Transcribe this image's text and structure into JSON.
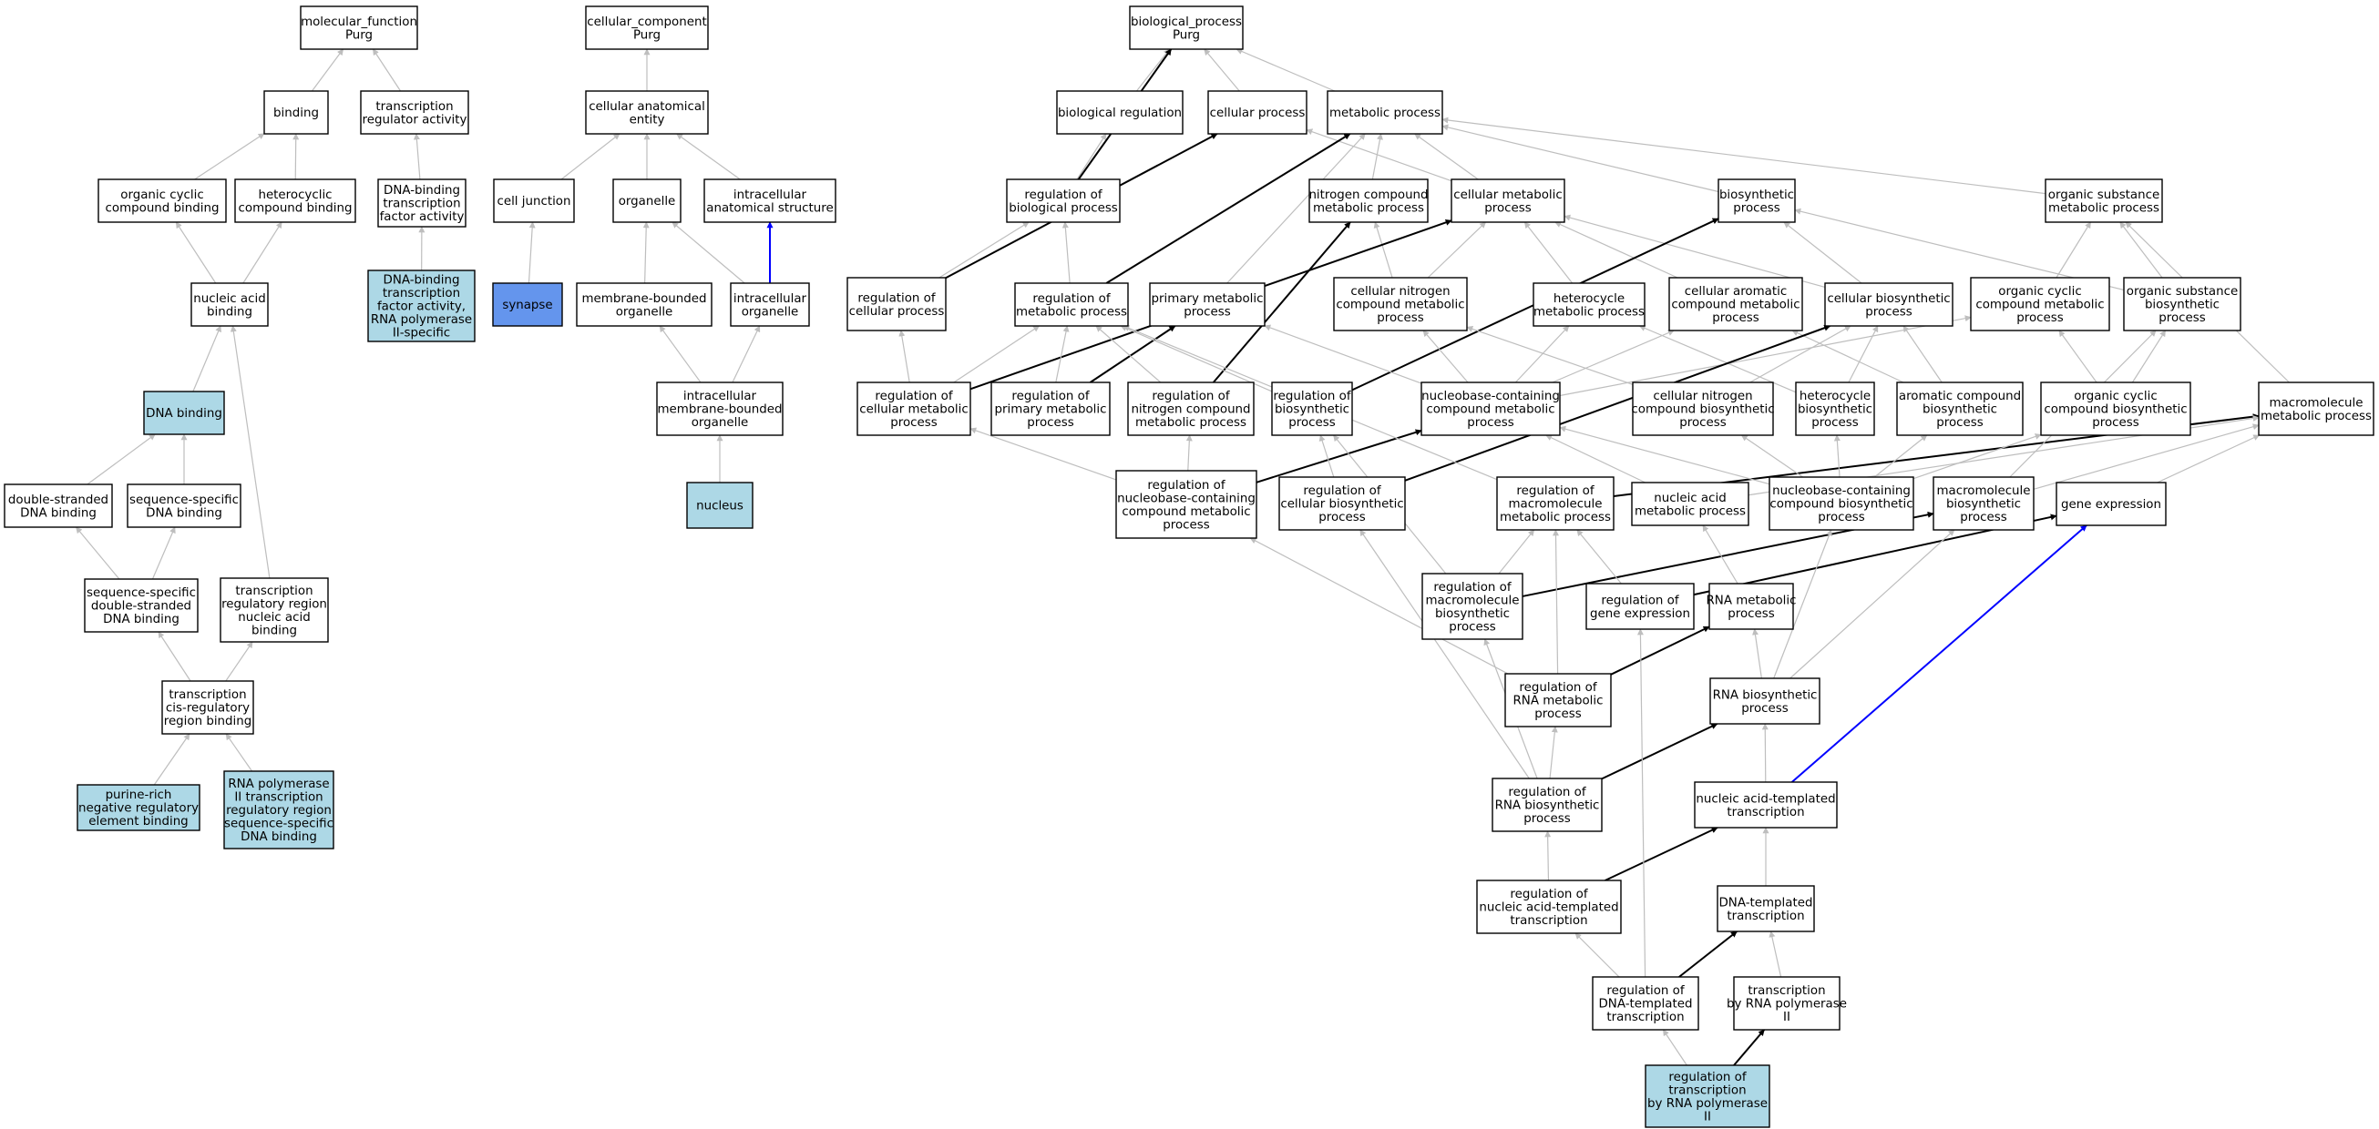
{
  "colors": {
    "node_border": "#000000",
    "node_fill": "#ffffff",
    "highlight_fill": "#add8e6",
    "synapse_fill": "#6495ed",
    "edge_is_a": "#bebebe",
    "edge_regulates": "#000000",
    "edge_part_of": "#0000ff"
  },
  "nodes": [
    {
      "id": "mf",
      "lines": [
        "molecular_function",
        "Purg"
      ],
      "style": "plain"
    },
    {
      "id": "binding",
      "lines": [
        "binding"
      ],
      "style": "plain"
    },
    {
      "id": "tra",
      "lines": [
        "transcription",
        "regulator activity"
      ],
      "style": "plain"
    },
    {
      "id": "occb",
      "lines": [
        "organic cyclic",
        "compound binding"
      ],
      "style": "plain"
    },
    {
      "id": "hcb",
      "lines": [
        "heterocyclic",
        "compound binding"
      ],
      "style": "plain"
    },
    {
      "id": "dbtfa",
      "lines": [
        "DNA-binding",
        "transcription",
        "factor activity"
      ],
      "style": "plain"
    },
    {
      "id": "nab",
      "lines": [
        "nucleic acid",
        "binding"
      ],
      "style": "plain"
    },
    {
      "id": "dbtfa2",
      "lines": [
        "DNA-binding",
        "transcription",
        "factor activity,",
        "RNA polymerase",
        "II-specific"
      ],
      "style": "highlight"
    },
    {
      "id": "dnab",
      "lines": [
        "DNA binding"
      ],
      "style": "highlight"
    },
    {
      "id": "dsdb",
      "lines": [
        "double-stranded",
        "DNA binding"
      ],
      "style": "plain"
    },
    {
      "id": "ssdb",
      "lines": [
        "sequence-specific",
        "DNA binding"
      ],
      "style": "plain"
    },
    {
      "id": "ssdsdb",
      "lines": [
        "sequence-specific",
        "double-stranded",
        "DNA binding"
      ],
      "style": "plain"
    },
    {
      "id": "trrnab",
      "lines": [
        "transcription",
        "regulatory region",
        "nucleic acid",
        "binding"
      ],
      "style": "plain"
    },
    {
      "id": "tcrrb",
      "lines": [
        "transcription",
        "cis-regulatory",
        "region binding"
      ],
      "style": "plain"
    },
    {
      "id": "prnre",
      "lines": [
        "purine-rich",
        "negative regulatory",
        "element binding"
      ],
      "style": "highlight"
    },
    {
      "id": "rnap2",
      "lines": [
        "RNA polymerase",
        "II transcription",
        "regulatory region",
        "sequence-specific",
        "DNA binding"
      ],
      "style": "highlight"
    },
    {
      "id": "cc",
      "lines": [
        "cellular_component",
        "Purg"
      ],
      "style": "plain"
    },
    {
      "id": "cae",
      "lines": [
        "cellular anatomical",
        "entity"
      ],
      "style": "plain"
    },
    {
      "id": "cj",
      "lines": [
        "cell junction"
      ],
      "style": "plain"
    },
    {
      "id": "org",
      "lines": [
        "organelle"
      ],
      "style": "plain"
    },
    {
      "id": "ias",
      "lines": [
        "intracellular",
        "anatomical structure"
      ],
      "style": "plain"
    },
    {
      "id": "syn",
      "lines": [
        "synapse"
      ],
      "style": "synapse"
    },
    {
      "id": "mbo",
      "lines": [
        "membrane-bounded",
        "organelle"
      ],
      "style": "plain"
    },
    {
      "id": "io",
      "lines": [
        "intracellular",
        "organelle"
      ],
      "style": "plain"
    },
    {
      "id": "imbo",
      "lines": [
        "intracellular",
        "membrane-bounded",
        "organelle"
      ],
      "style": "plain"
    },
    {
      "id": "nuc",
      "lines": [
        "nucleus"
      ],
      "style": "highlight"
    },
    {
      "id": "bp",
      "lines": [
        "biological_process",
        "Purg"
      ],
      "style": "plain"
    },
    {
      "id": "breg",
      "lines": [
        "biological regulation"
      ],
      "style": "plain"
    },
    {
      "id": "cp",
      "lines": [
        "cellular process"
      ],
      "style": "plain"
    },
    {
      "id": "mp",
      "lines": [
        "metabolic process"
      ],
      "style": "plain"
    },
    {
      "id": "rbp",
      "lines": [
        "regulation of",
        "biological process"
      ],
      "style": "plain"
    },
    {
      "id": "ncmp",
      "lines": [
        "nitrogen compound",
        "metabolic process"
      ],
      "style": "plain"
    },
    {
      "id": "cmp",
      "lines": [
        "cellular metabolic",
        "process"
      ],
      "style": "plain"
    },
    {
      "id": "bsp",
      "lines": [
        "biosynthetic",
        "process"
      ],
      "style": "plain"
    },
    {
      "id": "osmp",
      "lines": [
        "organic substance",
        "metabolic process"
      ],
      "style": "plain"
    },
    {
      "id": "rcp",
      "lines": [
        "regulation of",
        "cellular process"
      ],
      "style": "plain"
    },
    {
      "id": "rmp",
      "lines": [
        "regulation of",
        "metabolic process"
      ],
      "style": "plain"
    },
    {
      "id": "pmp",
      "lines": [
        "primary metabolic",
        "process"
      ],
      "style": "plain"
    },
    {
      "id": "cncmp",
      "lines": [
        "cellular nitrogen",
        "compound metabolic",
        "process"
      ],
      "style": "plain"
    },
    {
      "id": "hmp",
      "lines": [
        "heterocycle",
        "metabolic process"
      ],
      "style": "plain"
    },
    {
      "id": "cacmp",
      "lines": [
        "cellular aromatic",
        "compound metabolic",
        "process"
      ],
      "style": "plain"
    },
    {
      "id": "cbp",
      "lines": [
        "cellular biosynthetic",
        "process"
      ],
      "style": "plain"
    },
    {
      "id": "occmp",
      "lines": [
        "organic cyclic",
        "compound metabolic",
        "process"
      ],
      "style": "plain"
    },
    {
      "id": "osbp",
      "lines": [
        "organic substance",
        "biosynthetic",
        "process"
      ],
      "style": "plain"
    },
    {
      "id": "rcmp",
      "lines": [
        "regulation of",
        "cellular metabolic",
        "process"
      ],
      "style": "plain"
    },
    {
      "id": "rpmp",
      "lines": [
        "regulation of",
        "primary metabolic",
        "process"
      ],
      "style": "plain"
    },
    {
      "id": "rncmp",
      "lines": [
        "regulation of",
        "nitrogen compound",
        "metabolic process"
      ],
      "style": "plain"
    },
    {
      "id": "rbsp",
      "lines": [
        "regulation of",
        "biosynthetic",
        "process"
      ],
      "style": "plain"
    },
    {
      "id": "nbcmp",
      "lines": [
        "nucleobase-containing",
        "compound metabolic",
        "process"
      ],
      "style": "plain"
    },
    {
      "id": "cncbp",
      "lines": [
        "cellular nitrogen",
        "compound biosynthetic",
        "process"
      ],
      "style": "plain"
    },
    {
      "id": "hbp",
      "lines": [
        "heterocycle",
        "biosynthetic",
        "process"
      ],
      "style": "plain"
    },
    {
      "id": "acbp",
      "lines": [
        "aromatic compound",
        "biosynthetic",
        "process"
      ],
      "style": "plain"
    },
    {
      "id": "occbp",
      "lines": [
        "organic cyclic",
        "compound biosynthetic",
        "process"
      ],
      "style": "plain"
    },
    {
      "id": "mmp",
      "lines": [
        "macromolecule",
        "metabolic process"
      ],
      "style": "plain"
    },
    {
      "id": "rnbcmp",
      "lines": [
        "regulation of",
        "nucleobase-containing",
        "compound metabolic",
        "process"
      ],
      "style": "plain"
    },
    {
      "id": "rcbp",
      "lines": [
        "regulation of",
        "cellular biosynthetic",
        "process"
      ],
      "style": "plain"
    },
    {
      "id": "rmmp",
      "lines": [
        "regulation of",
        "macromolecule",
        "metabolic process"
      ],
      "style": "plain"
    },
    {
      "id": "namp",
      "lines": [
        "nucleic acid",
        "metabolic process"
      ],
      "style": "plain"
    },
    {
      "id": "nbcbp",
      "lines": [
        "nucleobase-containing",
        "compound biosynthetic",
        "process"
      ],
      "style": "plain"
    },
    {
      "id": "mbp",
      "lines": [
        "macromolecule",
        "biosynthetic",
        "process"
      ],
      "style": "plain"
    },
    {
      "id": "ge",
      "lines": [
        "gene expression"
      ],
      "style": "plain"
    },
    {
      "id": "rmbp",
      "lines": [
        "regulation of",
        "macromolecule",
        "biosynthetic",
        "process"
      ],
      "style": "plain"
    },
    {
      "id": "rge",
      "lines": [
        "regulation of",
        "gene expression"
      ],
      "style": "plain"
    },
    {
      "id": "rnamp",
      "lines": [
        "RNA metabolic",
        "process"
      ],
      "style": "plain"
    },
    {
      "id": "rrnamp",
      "lines": [
        "regulation of",
        "RNA metabolic",
        "process"
      ],
      "style": "plain"
    },
    {
      "id": "rnabp",
      "lines": [
        "RNA biosynthetic",
        "process"
      ],
      "style": "plain"
    },
    {
      "id": "rrnabp",
      "lines": [
        "regulation of",
        "RNA biosynthetic",
        "process"
      ],
      "style": "plain"
    },
    {
      "id": "natt",
      "lines": [
        "nucleic acid-templated",
        "transcription"
      ],
      "style": "plain"
    },
    {
      "id": "rnatt",
      "lines": [
        "regulation of",
        "nucleic acid-templated",
        "transcription"
      ],
      "style": "plain"
    },
    {
      "id": "dtt",
      "lines": [
        "DNA-templated",
        "transcription"
      ],
      "style": "plain"
    },
    {
      "id": "rdtt",
      "lines": [
        "regulation of",
        "DNA-templated",
        "transcription"
      ],
      "style": "plain"
    },
    {
      "id": "trnap2",
      "lines": [
        "transcription",
        "by RNA polymerase",
        "II"
      ],
      "style": "plain"
    },
    {
      "id": "rtrnap2",
      "lines": [
        "regulation of",
        "transcription",
        "by RNA polymerase",
        "II"
      ],
      "style": "highlight"
    }
  ],
  "edges": [
    {
      "from": "binding",
      "to": "mf",
      "type": "is_a"
    },
    {
      "from": "tra",
      "to": "mf",
      "type": "is_a"
    },
    {
      "from": "occb",
      "to": "binding",
      "type": "is_a"
    },
    {
      "from": "hcb",
      "to": "binding",
      "type": "is_a"
    },
    {
      "from": "dbtfa",
      "to": "tra",
      "type": "is_a"
    },
    {
      "from": "dbtfa2",
      "to": "dbtfa",
      "type": "is_a"
    },
    {
      "from": "nab",
      "to": "occb",
      "type": "is_a"
    },
    {
      "from": "nab",
      "to": "hcb",
      "type": "is_a"
    },
    {
      "from": "dnab",
      "to": "nab",
      "type": "is_a"
    },
    {
      "from": "dsdb",
      "to": "dnab",
      "type": "is_a"
    },
    {
      "from": "ssdb",
      "to": "dnab",
      "type": "is_a"
    },
    {
      "from": "ssdsdb",
      "to": "dsdb",
      "type": "is_a"
    },
    {
      "from": "ssdsdb",
      "to": "ssdb",
      "type": "is_a"
    },
    {
      "from": "trrnab",
      "to": "nab",
      "type": "is_a"
    },
    {
      "from": "tcrrb",
      "to": "ssdsdb",
      "type": "is_a"
    },
    {
      "from": "tcrrb",
      "to": "trrnab",
      "type": "is_a"
    },
    {
      "from": "prnre",
      "to": "tcrrb",
      "type": "is_a"
    },
    {
      "from": "rnap2",
      "to": "tcrrb",
      "type": "is_a"
    },
    {
      "from": "cae",
      "to": "cc",
      "type": "is_a"
    },
    {
      "from": "cj",
      "to": "cae",
      "type": "is_a"
    },
    {
      "from": "org",
      "to": "cae",
      "type": "is_a"
    },
    {
      "from": "ias",
      "to": "cae",
      "type": "is_a"
    },
    {
      "from": "syn",
      "to": "cj",
      "type": "is_a"
    },
    {
      "from": "mbo",
      "to": "org",
      "type": "is_a"
    },
    {
      "from": "io",
      "to": "org",
      "type": "is_a"
    },
    {
      "from": "io",
      "to": "ias",
      "type": "part_of"
    },
    {
      "from": "imbo",
      "to": "mbo",
      "type": "is_a"
    },
    {
      "from": "imbo",
      "to": "io",
      "type": "is_a"
    },
    {
      "from": "nuc",
      "to": "imbo",
      "type": "is_a"
    },
    {
      "from": "breg",
      "to": "bp",
      "type": "is_a"
    },
    {
      "from": "cp",
      "to": "bp",
      "type": "is_a"
    },
    {
      "from": "mp",
      "to": "bp",
      "type": "is_a"
    },
    {
      "from": "rbp",
      "to": "breg",
      "type": "is_a"
    },
    {
      "from": "rbp",
      "to": "bp",
      "type": "regulates"
    },
    {
      "from": "ncmp",
      "to": "mp",
      "type": "is_a"
    },
    {
      "from": "cmp",
      "to": "cp",
      "type": "is_a"
    },
    {
      "from": "cmp",
      "to": "mp",
      "type": "is_a"
    },
    {
      "from": "bsp",
      "to": "mp",
      "type": "is_a"
    },
    {
      "from": "osmp",
      "to": "mp",
      "type": "is_a"
    },
    {
      "from": "rcp",
      "to": "rbp",
      "type": "is_a"
    },
    {
      "from": "rcp",
      "to": "cp",
      "type": "regulates"
    },
    {
      "from": "rmp",
      "to": "rbp",
      "type": "is_a"
    },
    {
      "from": "rmp",
      "to": "mp",
      "type": "regulates"
    },
    {
      "from": "pmp",
      "to": "mp",
      "type": "is_a"
    },
    {
      "from": "cncmp",
      "to": "ncmp",
      "type": "is_a"
    },
    {
      "from": "cncmp",
      "to": "cmp",
      "type": "is_a"
    },
    {
      "from": "hmp",
      "to": "cmp",
      "type": "is_a"
    },
    {
      "from": "cacmp",
      "to": "cmp",
      "type": "is_a"
    },
    {
      "from": "cbp",
      "to": "cmp",
      "type": "is_a"
    },
    {
      "from": "cbp",
      "to": "bsp",
      "type": "is_a"
    },
    {
      "from": "occmp",
      "to": "osmp",
      "type": "is_a"
    },
    {
      "from": "osbp",
      "to": "osmp",
      "type": "is_a"
    },
    {
      "from": "osbp",
      "to": "bsp",
      "type": "is_a"
    },
    {
      "from": "rcmp",
      "to": "rcp",
      "type": "is_a"
    },
    {
      "from": "rcmp",
      "to": "rmp",
      "type": "is_a"
    },
    {
      "from": "rcmp",
      "to": "cmp",
      "type": "regulates"
    },
    {
      "from": "rpmp",
      "to": "rmp",
      "type": "is_a"
    },
    {
      "from": "rpmp",
      "to": "pmp",
      "type": "regulates"
    },
    {
      "from": "rncmp",
      "to": "rmp",
      "type": "is_a"
    },
    {
      "from": "rncmp",
      "to": "ncmp",
      "type": "regulates"
    },
    {
      "from": "rbsp",
      "to": "rmp",
      "type": "is_a"
    },
    {
      "from": "rbsp",
      "to": "bsp",
      "type": "regulates"
    },
    {
      "from": "nbcmp",
      "to": "cncmp",
      "type": "is_a"
    },
    {
      "from": "nbcmp",
      "to": "hmp",
      "type": "is_a"
    },
    {
      "from": "nbcmp",
      "to": "cacmp",
      "type": "is_a"
    },
    {
      "from": "nbcmp",
      "to": "occmp",
      "type": "is_a"
    },
    {
      "from": "nbcmp",
      "to": "pmp",
      "type": "is_a"
    },
    {
      "from": "cncbp",
      "to": "cncmp",
      "type": "is_a"
    },
    {
      "from": "cncbp",
      "to": "cbp",
      "type": "is_a"
    },
    {
      "from": "hbp",
      "to": "hmp",
      "type": "is_a"
    },
    {
      "from": "hbp",
      "to": "cbp",
      "type": "is_a"
    },
    {
      "from": "acbp",
      "to": "cacmp",
      "type": "is_a"
    },
    {
      "from": "acbp",
      "to": "cbp",
      "type": "is_a"
    },
    {
      "from": "occbp",
      "to": "occmp",
      "type": "is_a"
    },
    {
      "from": "occbp",
      "to": "osbp",
      "type": "is_a"
    },
    {
      "from": "mmp",
      "to": "osmp",
      "type": "is_a"
    },
    {
      "from": "rnbcmp",
      "to": "rcmp",
      "type": "is_a"
    },
    {
      "from": "rnbcmp",
      "to": "rncmp",
      "type": "is_a"
    },
    {
      "from": "rnbcmp",
      "to": "nbcmp",
      "type": "regulates"
    },
    {
      "from": "rcbp",
      "to": "rbsp",
      "type": "is_a"
    },
    {
      "from": "rcbp",
      "to": "cbp",
      "type": "regulates"
    },
    {
      "from": "rmmp",
      "to": "rmp",
      "type": "is_a"
    },
    {
      "from": "rmmp",
      "to": "mmp",
      "type": "regulates"
    },
    {
      "from": "namp",
      "to": "nbcmp",
      "type": "is_a"
    },
    {
      "from": "namp",
      "to": "mmp",
      "type": "is_a"
    },
    {
      "from": "nbcbp",
      "to": "nbcmp",
      "type": "is_a"
    },
    {
      "from": "nbcbp",
      "to": "cncbp",
      "type": "is_a"
    },
    {
      "from": "nbcbp",
      "to": "hbp",
      "type": "is_a"
    },
    {
      "from": "nbcbp",
      "to": "acbp",
      "type": "is_a"
    },
    {
      "from": "nbcbp",
      "to": "occbp",
      "type": "is_a"
    },
    {
      "from": "mbp",
      "to": "mmp",
      "type": "is_a"
    },
    {
      "from": "mbp",
      "to": "osbp",
      "type": "is_a"
    },
    {
      "from": "ge",
      "to": "mmp",
      "type": "is_a"
    },
    {
      "from": "rmbp",
      "to": "rmmp",
      "type": "is_a"
    },
    {
      "from": "rmbp",
      "to": "rbsp",
      "type": "is_a"
    },
    {
      "from": "rmbp",
      "to": "mbp",
      "type": "regulates"
    },
    {
      "from": "rge",
      "to": "rmmp",
      "type": "is_a"
    },
    {
      "from": "rge",
      "to": "ge",
      "type": "regulates"
    },
    {
      "from": "rnamp",
      "to": "namp",
      "type": "is_a"
    },
    {
      "from": "rrnamp",
      "to": "rnbcmp",
      "type": "is_a"
    },
    {
      "from": "rrnamp",
      "to": "rmmp",
      "type": "is_a"
    },
    {
      "from": "rrnamp",
      "to": "rnamp",
      "type": "regulates"
    },
    {
      "from": "rnabp",
      "to": "rnamp",
      "type": "is_a"
    },
    {
      "from": "rnabp",
      "to": "nbcbp",
      "type": "is_a"
    },
    {
      "from": "rnabp",
      "to": "mbp",
      "type": "is_a"
    },
    {
      "from": "rrnabp",
      "to": "rrnamp",
      "type": "is_a"
    },
    {
      "from": "rrnabp",
      "to": "rmbp",
      "type": "is_a"
    },
    {
      "from": "rrnabp",
      "to": "rcbp",
      "type": "is_a"
    },
    {
      "from": "rrnabp",
      "to": "rnabp",
      "type": "regulates"
    },
    {
      "from": "natt",
      "to": "rnabp",
      "type": "is_a"
    },
    {
      "from": "natt",
      "to": "ge",
      "type": "part_of"
    },
    {
      "from": "rnatt",
      "to": "rrnabp",
      "type": "is_a"
    },
    {
      "from": "rnatt",
      "to": "natt",
      "type": "regulates"
    },
    {
      "from": "dtt",
      "to": "natt",
      "type": "is_a"
    },
    {
      "from": "rdtt",
      "to": "rnatt",
      "type": "is_a"
    },
    {
      "from": "rdtt",
      "to": "rge",
      "type": "is_a"
    },
    {
      "from": "rdtt",
      "to": "dtt",
      "type": "regulates"
    },
    {
      "from": "trnap2",
      "to": "dtt",
      "type": "is_a"
    },
    {
      "from": "rtrnap2",
      "to": "rdtt",
      "type": "is_a"
    },
    {
      "from": "rtrnap2",
      "to": "trnap2",
      "type": "regulates"
    }
  ]
}
